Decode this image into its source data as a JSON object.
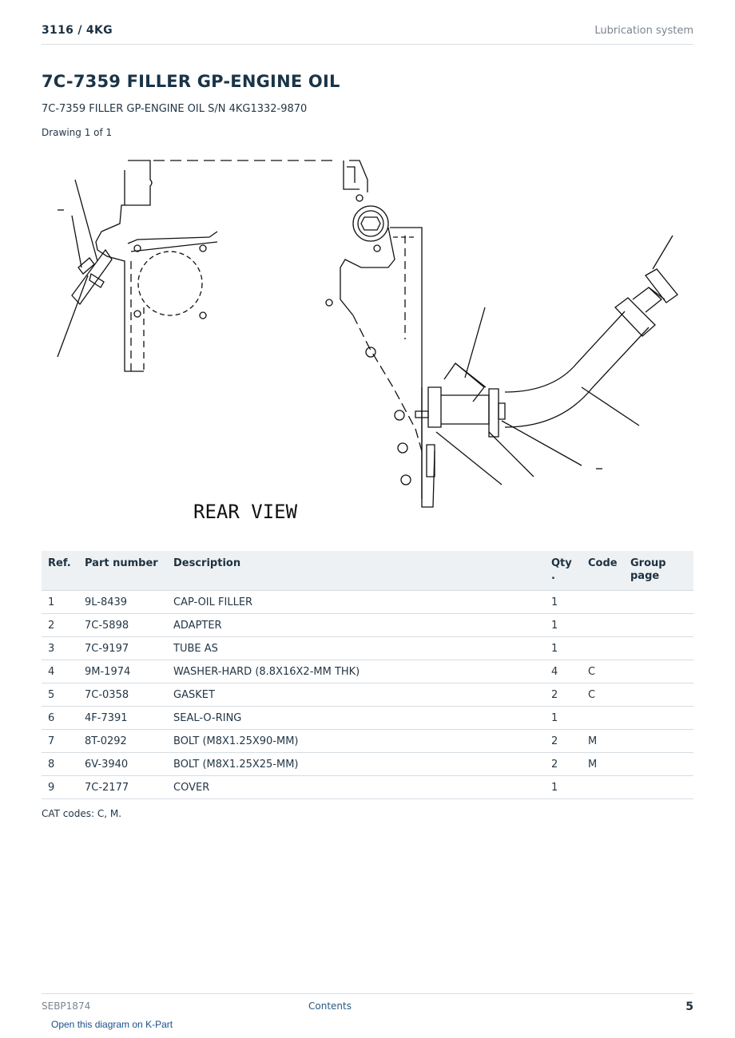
{
  "header": {
    "doc_id": "3116  /  4KG",
    "section": "Lubrication system"
  },
  "title": "7C-7359 FILLER GP-ENGINE OIL",
  "subtitle": "7C-7359 FILLER GP-ENGINE OIL S/N 4KG1332-9870",
  "drawing_label": "Drawing 1 of 1",
  "diagram": {
    "caption": "REAR VIEW"
  },
  "table": {
    "headers": {
      "ref": "Ref.",
      "part": "Part number",
      "desc": "Description",
      "qty": "Qty .",
      "code": "Code",
      "group": "Group page"
    },
    "rows": [
      {
        "ref": "1",
        "part": "9L-8439",
        "desc": "CAP-OIL FILLER",
        "qty": "1",
        "code": "",
        "group": ""
      },
      {
        "ref": "2",
        "part": "7C-5898",
        "desc": "ADAPTER",
        "qty": "1",
        "code": "",
        "group": ""
      },
      {
        "ref": "3",
        "part": "7C-9197",
        "desc": "TUBE AS",
        "qty": "1",
        "code": "",
        "group": ""
      },
      {
        "ref": "4",
        "part": "9M-1974",
        "desc": "WASHER-HARD (8.8X16X2-MM THK)",
        "qty": "4",
        "code": "C",
        "group": ""
      },
      {
        "ref": "5",
        "part": "7C-0358",
        "desc": "GASKET",
        "qty": "2",
        "code": "C",
        "group": ""
      },
      {
        "ref": "6",
        "part": "4F-7391",
        "desc": "SEAL-O-RING",
        "qty": "1",
        "code": "",
        "group": ""
      },
      {
        "ref": "7",
        "part": "8T-0292",
        "desc": "BOLT (M8X1.25X90-MM)",
        "qty": "2",
        "code": "M",
        "group": ""
      },
      {
        "ref": "8",
        "part": "6V-3940",
        "desc": "BOLT (M8X1.25X25-MM)",
        "qty": "2",
        "code": "M",
        "group": ""
      },
      {
        "ref": "9",
        "part": "7C-2177",
        "desc": "COVER",
        "qty": "1",
        "code": "",
        "group": ""
      }
    ]
  },
  "codes_note": "CAT codes: C, M.",
  "footer": {
    "doc_code": "SEBP1874",
    "contents_link": "Contents",
    "page_number": "5"
  },
  "kpart_link": "Open this diagram on K-Part"
}
